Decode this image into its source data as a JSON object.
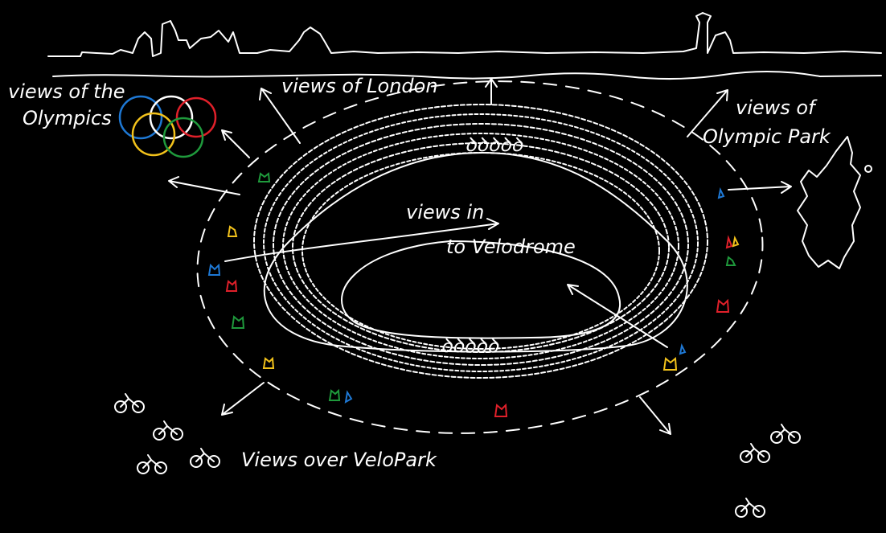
{
  "labels": {
    "views_olympics_line1": "views of the",
    "views_olympics_line2": "Olympics",
    "views_london": "views of London",
    "views_park_line1": "views of",
    "views_park_line2": "Olympic Park",
    "views_in_line1": "views in",
    "views_in_line2": "to Velodrome",
    "views_velopark": "Views over VeloPark"
  },
  "colors": {
    "background": "#000000",
    "ink": "#ffffff",
    "ring_blue": "#1e78d4",
    "ring_black": "#ffffff",
    "ring_red": "#e0202a",
    "ring_yellow": "#f2c21b",
    "ring_green": "#1f9a3c"
  },
  "icons": {
    "rings": "olympic-rings-icon",
    "park": "park-map-outline-icon",
    "bicycle": "bicycle-icon",
    "spectator": "spectator-icon"
  }
}
